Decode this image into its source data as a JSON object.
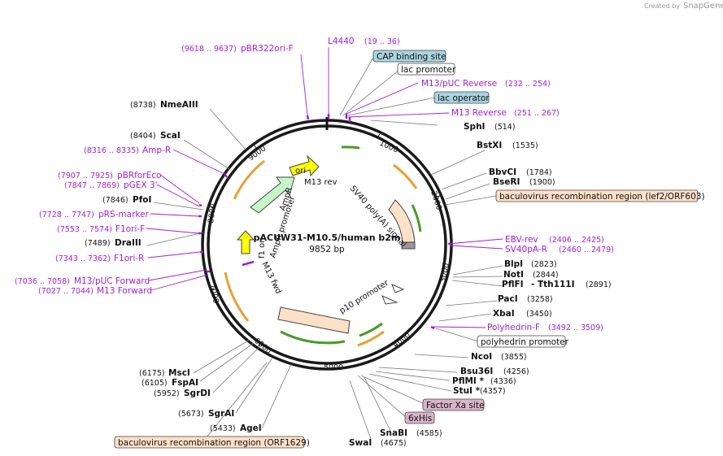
{
  "plasmid": {
    "name": "pACUW31-M10.5/human b2m",
    "size": "9852 bp",
    "total_bp": 9852
  },
  "credit": {
    "created_by": "Created by",
    "brand": "SnapGene"
  },
  "ticks": [
    "1000",
    "2000",
    "3000",
    "4000",
    "5000",
    "6000",
    "7000",
    "8000",
    "9000"
  ],
  "feature_labels": {
    "m13_rev": "M13 rev",
    "sv40": "SV40 poly(A) signal",
    "ori": "ori",
    "ampr": "AmpR",
    "amp_promoter": "AmpR promoter",
    "f1ori": "f1 ori",
    "m13_fwd": "M13 fwd",
    "p10": "p10 promoter"
  },
  "enzymes": [
    {
      "name": "NmeAIII",
      "pos": "(8738)"
    },
    {
      "name": "ScaI",
      "pos": "(8404)"
    },
    {
      "name": "PfoI",
      "pos": "(7846)"
    },
    {
      "name": "DraIII",
      "pos": "(7489)"
    },
    {
      "name": "SphI",
      "pos": "(514)"
    },
    {
      "name": "BstXI",
      "pos": "(1535)"
    },
    {
      "name": "BbvCI",
      "pos": "(1784)"
    },
    {
      "name": "BseRI",
      "pos": "(1900)"
    },
    {
      "name": "BlpI",
      "pos": "(2823)"
    },
    {
      "name": "NotI",
      "pos": "(2844)"
    },
    {
      "name": "PflFI",
      "pos": "(2891)"
    },
    {
      "name": "Tth111I",
      "pos": ""
    },
    {
      "name": "PacI",
      "pos": "(3258)"
    },
    {
      "name": "XbaI",
      "pos": "(3450)"
    },
    {
      "name": "NcoI",
      "pos": "(3855)"
    },
    {
      "name": "Bsu36I",
      "pos": "(4256)"
    },
    {
      "name": "PflMI *",
      "pos": "(4336)"
    },
    {
      "name": "StuI *",
      "pos": "(4357)"
    },
    {
      "name": "SnaBI",
      "pos": "(4585)"
    },
    {
      "name": "SwaI",
      "pos": "(4675)"
    },
    {
      "name": "MscI",
      "pos": "(6175)"
    },
    {
      "name": "FspAI",
      "pos": "(6105)"
    },
    {
      "name": "SgrDI",
      "pos": "(5952)"
    },
    {
      "name": "SgrAI",
      "pos": "(5673)"
    },
    {
      "name": "AgeI",
      "pos": "(5433)"
    }
  ],
  "primers": [
    {
      "name": "pBR322ori-F",
      "pos": "(9618 .. 9637)"
    },
    {
      "name": "L4440",
      "pos": "(19 .. 36)"
    },
    {
      "name": "M13/pUC Reverse",
      "pos": "(232 .. 254)"
    },
    {
      "name": "M13 Reverse",
      "pos": "(251 .. 267)"
    },
    {
      "name": "Amp-R",
      "pos": "(8316 .. 8335)"
    },
    {
      "name": "pBRforEco",
      "pos": "(7907 .. 7925)"
    },
    {
      "name": "pGEX 3'",
      "pos": "(7847 .. 7869)"
    },
    {
      "name": "pRS-marker",
      "pos": "(7728 .. 7747)"
    },
    {
      "name": "F1ori-F",
      "pos": "(7553 .. 7574)"
    },
    {
      "name": "F1ori-R",
      "pos": "(7343 .. 7362)"
    },
    {
      "name": "M13/pUC Forward",
      "pos": "(7036 .. 7058)"
    },
    {
      "name": "M13 Forward",
      "pos": "(7027 .. 7044)"
    },
    {
      "name": "EBV-rev",
      "pos": "(2406 .. 2425)"
    },
    {
      "name": "SV40pA-R",
      "pos": "(2460 .. 2479)"
    },
    {
      "name": "Polyhedrin-F",
      "pos": "(3492 .. 3509)"
    }
  ],
  "boxed_features": [
    {
      "name": "CAP binding site",
      "color": "#a9d4e0"
    },
    {
      "name": "lac promoter",
      "color": "#ffffff"
    },
    {
      "name": "lac operator",
      "color": "#a9d4e0"
    },
    {
      "name": "baculovirus recombination region (lef2/ORF603)",
      "color": "#fde0c8"
    },
    {
      "name": "polyhedrin promoter",
      "color": "#ffffff"
    },
    {
      "name": "Factor Xa site",
      "color": "#d9b3c8"
    },
    {
      "name": "6xHis",
      "color": "#d9b3c8"
    },
    {
      "name": "baculovirus recombination region (ORF1629)",
      "color": "#fde0c8"
    }
  ],
  "colors": {
    "primer": "#a21ed6",
    "arrow_orange": "#e8a035",
    "arrow_green": "#4a9a2a",
    "ori": "#ffff00",
    "ampr": "#c8f5c8"
  }
}
